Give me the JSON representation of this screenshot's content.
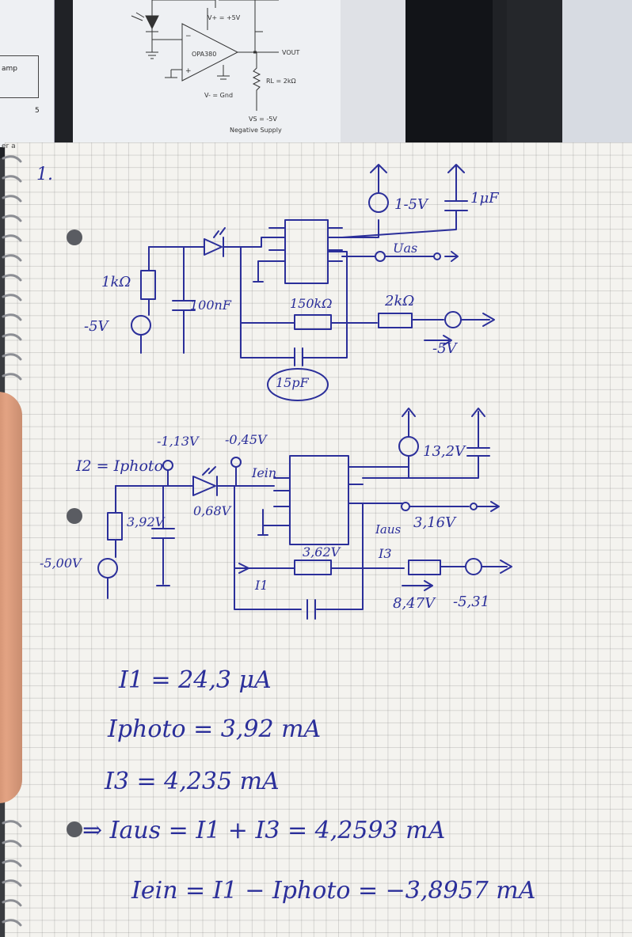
{
  "photo_background": {
    "printed_schematic": {
      "supply_positive": "V+ = +5V",
      "opamp_part": "OPA380",
      "output": "VOUT",
      "load_resistor": "RL = 2kΩ",
      "supply_negative": "V- = Gnd",
      "negative_supply_value": "VS = -5V",
      "negative_supply_label": "Negative Supply"
    },
    "side_page": {
      "label": "amp",
      "page_number": "5"
    },
    "edge_fragment": "er a"
  },
  "notebook": {
    "section_number": "1.",
    "circuit_one": {
      "supply_top": "1-5V",
      "cap_top": "1μF",
      "resistor_left": "1kΩ",
      "source_left": "-5V",
      "cap_left": "100nF",
      "feedback_resistor": "150kΩ",
      "output_resistor": "2kΩ",
      "output_label": "Uas",
      "output_voltage": "-5V",
      "feedback_cap": "15pF"
    },
    "circuit_two": {
      "current_photo": "I2 = Iphoto",
      "node_left_voltage": "-1,13V",
      "node_right_voltage": "-0,45V",
      "diode_voltage": "0,68V",
      "input_current": "Iein",
      "resistor_voltage": "3,92V",
      "source_voltage": "-5,00V",
      "supply_right": "13,2V",
      "output_voltage": "3,16V",
      "output_current": "Iaus",
      "branch_current": "I3",
      "feedback_voltage": "3,62V",
      "feedback_current": "I1",
      "load_voltage": "8,47V",
      "end_voltage": "-5,31"
    },
    "equations": [
      "I1 = 24,3 μA",
      "Iphoto = 3,92 mA",
      "I3 = 4,235 mA",
      "⇒ Iaus = I1 + I3 = 4,2593 mA",
      "Iein = I1 − Iphoto = −3,8957 mA"
    ]
  }
}
